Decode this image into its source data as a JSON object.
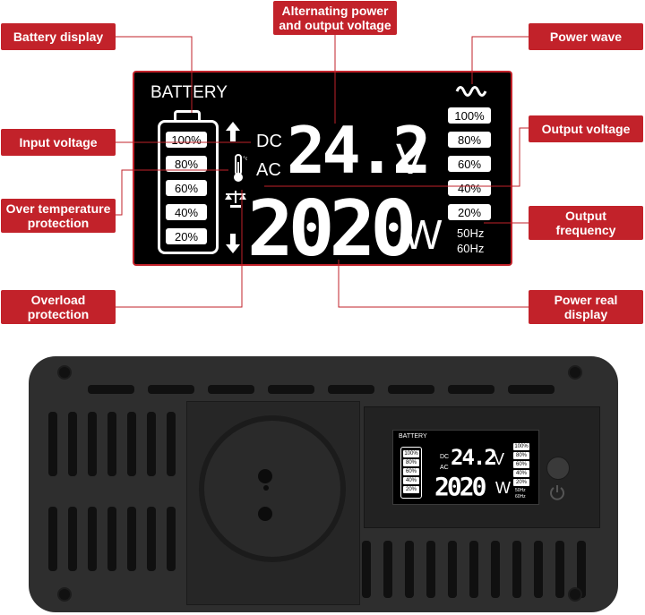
{
  "callouts": {
    "battery_display": "Battery display",
    "alternating_power": "Alternating power\nand output voltage",
    "power_wave": "Power wave",
    "input_voltage": "Input voltage",
    "output_voltage": "Output voltage",
    "over_temperature": "Over temperature\nprotection",
    "output_frequency": "Output\nfrequency",
    "overload": "Overload\nprotection",
    "power_real": "Power real\ndisplay"
  },
  "lcd": {
    "battery_label": "BATTERY",
    "battery_levels": [
      "100%",
      "80%",
      "60%",
      "40%",
      "20%"
    ],
    "dc": "DC",
    "ac": "AC",
    "voltage_value": "24.2",
    "voltage_unit": "V",
    "power_value": "2020",
    "power_unit": "W",
    "output_levels": [
      "100%",
      "80%",
      "60%",
      "40%",
      "20%"
    ],
    "freq_50": "50Hz",
    "freq_60": "60Hz"
  },
  "icons": [
    "up-arrow-icon",
    "down-arrow-icon",
    "thermometer-icon",
    "scale-icon",
    "sine-wave-icon",
    "power-icon"
  ],
  "colors": {
    "accent": "#c2222a",
    "lcd_bg": "#000000",
    "device": "#2e2e2e"
  }
}
